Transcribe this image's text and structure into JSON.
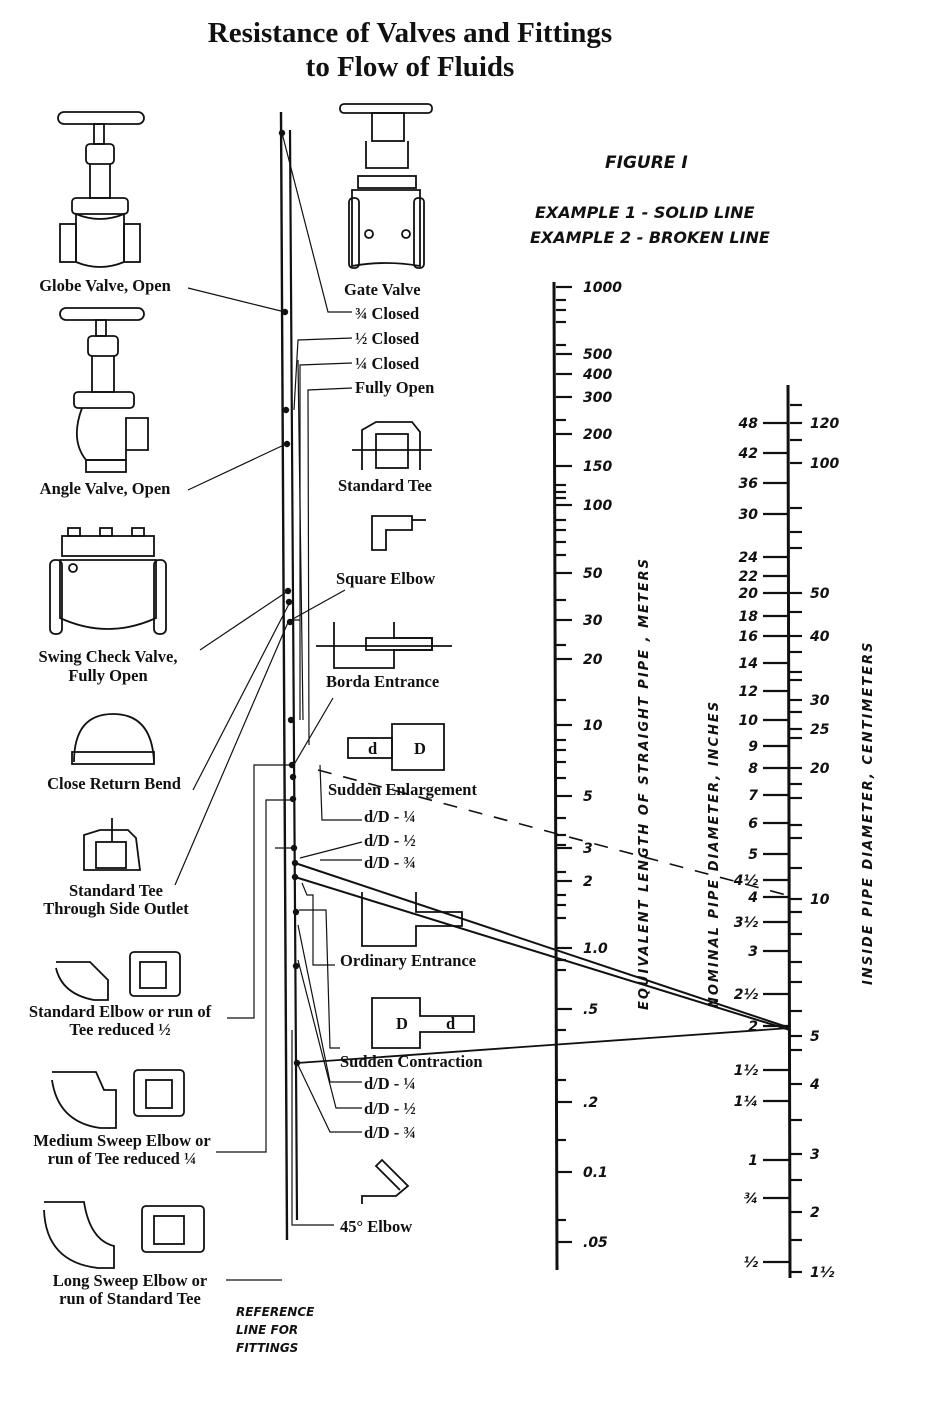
{
  "title": {
    "line1": "Resistance of Valves and Fittings",
    "line2": "to Flow of Fluids"
  },
  "figure": {
    "label": "FIGURE I",
    "example1": "EXAMPLE 1 - SOLID LINE",
    "example2": "EXAMPLE 2 - BROKEN LINE"
  },
  "reference_line": {
    "label_lines": [
      "REFERENCE",
      "LINE FOR",
      "FITTINGS"
    ]
  },
  "left_fittings": [
    {
      "id": "globe",
      "lines": [
        "Globe Valve, Open"
      ]
    },
    {
      "id": "angle",
      "lines": [
        "Angle Valve, Open"
      ]
    },
    {
      "id": "swing",
      "lines": [
        "Swing Check Valve,",
        "Fully Open"
      ]
    },
    {
      "id": "return-bend",
      "lines": [
        "Close Return Bend"
      ]
    },
    {
      "id": "tee-side",
      "lines": [
        "Standard Tee",
        "Through Side Outlet"
      ]
    },
    {
      "id": "std-elbow",
      "lines": [
        "Standard Elbow or run of",
        "Tee reduced ½"
      ]
    },
    {
      "id": "med-elbow",
      "lines": [
        "Medium Sweep Elbow or",
        "run of Tee reduced ¼"
      ]
    },
    {
      "id": "long-elbow",
      "lines": [
        "Long Sweep Elbow or",
        "run of Standard Tee"
      ]
    }
  ],
  "right_fittings": {
    "gate_valve": {
      "label": "Gate Valve",
      "states": [
        "¾ Closed",
        "½ Closed",
        "¼ Closed",
        "Fully Open"
      ]
    },
    "standard_tee": "Standard Tee",
    "square_elbow": "Square Elbow",
    "borda_entrance": "Borda Entrance",
    "sudden_enlargement": {
      "label": "Sudden Enlargement",
      "ratios": [
        "d/D - ¼",
        "d/D - ½",
        "d/D - ¾"
      ]
    },
    "ordinary_entrance": "Ordinary Entrance",
    "sudden_contraction": {
      "label": "Sudden Contraction",
      "ratios": [
        "d/D - ¼",
        "d/D - ½",
        "d/D - ¾"
      ]
    },
    "elbow_45": "45° Elbow",
    "diagram_letters": {
      "small": "d",
      "large": "D"
    }
  },
  "scales": {
    "equivalent_length": {
      "title": "EQUIVALENT LENGTH OF STRAIGHT PIPE , METERS",
      "labels": [
        "1000",
        "500",
        "400",
        "300",
        "200",
        "150",
        "100",
        "50",
        "30",
        "20",
        "10",
        "5",
        "3",
        "2",
        "1.0",
        ".5",
        ".2",
        "0.1",
        ".05"
      ]
    },
    "nominal_diameter": {
      "title": "NOMINAL PIPE DIAMETER, INCHES",
      "labels": [
        "48",
        "42",
        "36",
        "30",
        "24",
        "22",
        "20",
        "18",
        "16",
        "14",
        "12",
        "10",
        "9",
        "8",
        "7",
        "6",
        "5",
        "4½",
        "4",
        "3½",
        "3",
        "2½",
        "2",
        "1½",
        "1¼",
        "1",
        "¾",
        "½"
      ]
    },
    "inside_diameter": {
      "title": "INSIDE PIPE DIAMETER, CENTIMETERS",
      "labels": [
        "120",
        "100",
        "50",
        "40",
        "30",
        "25",
        "20",
        "10",
        "5",
        "4",
        "3",
        "2",
        "1½"
      ]
    }
  },
  "examples": [
    {
      "name": "Example 1",
      "style": "solid",
      "nominal_diameter_in": "2",
      "inside_diameter_cm": "5"
    },
    {
      "name": "Example 2",
      "style": "broken",
      "nominal_diameter_in": "4",
      "equivalent_length_m": "3"
    }
  ],
  "colors": {
    "ink": "#111111",
    "paper": "#ffffff"
  }
}
